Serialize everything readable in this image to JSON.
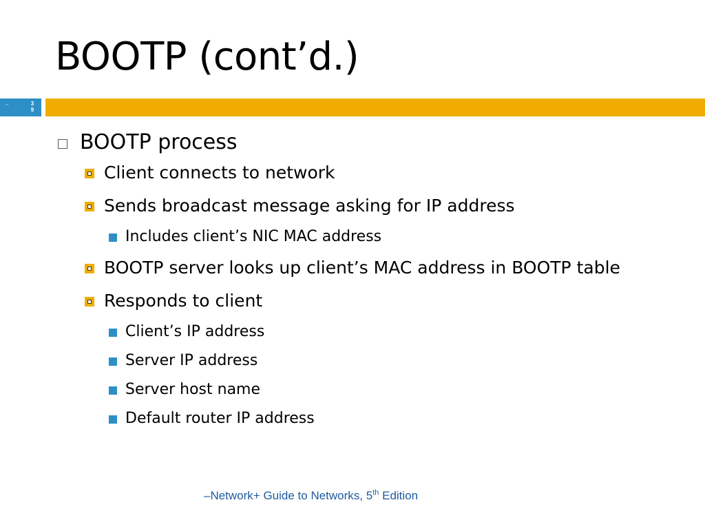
{
  "slide": {
    "title": "BOOTP (cont’d.)",
    "slide_number": "3\n9",
    "slide_number_dash": "–",
    "accent_color": "#f0ad00",
    "number_box_color": "#2e8fc6"
  },
  "content": {
    "items": [
      {
        "level": 1,
        "text": "BOOTP process"
      },
      {
        "level": 2,
        "text": "Client connects to network"
      },
      {
        "level": 2,
        "text": "Sends broadcast message asking for IP address"
      },
      {
        "level": 3,
        "text": "Includes client’s NIC MAC address"
      },
      {
        "level": 2,
        "text": "BOOTP server looks up client’s MAC address in BOOTP table"
      },
      {
        "level": 2,
        "text": "Responds to client"
      },
      {
        "level": 3,
        "text": "Client’s IP address"
      },
      {
        "level": 3,
        "text": "Server IP address"
      },
      {
        "level": 3,
        "text": "Server host name"
      },
      {
        "level": 3,
        "text": "Default router IP address"
      }
    ]
  },
  "footer": {
    "prefix": "–Network+ Guide to Networks, 5",
    "superscript": "th",
    "suffix": " Edition"
  }
}
